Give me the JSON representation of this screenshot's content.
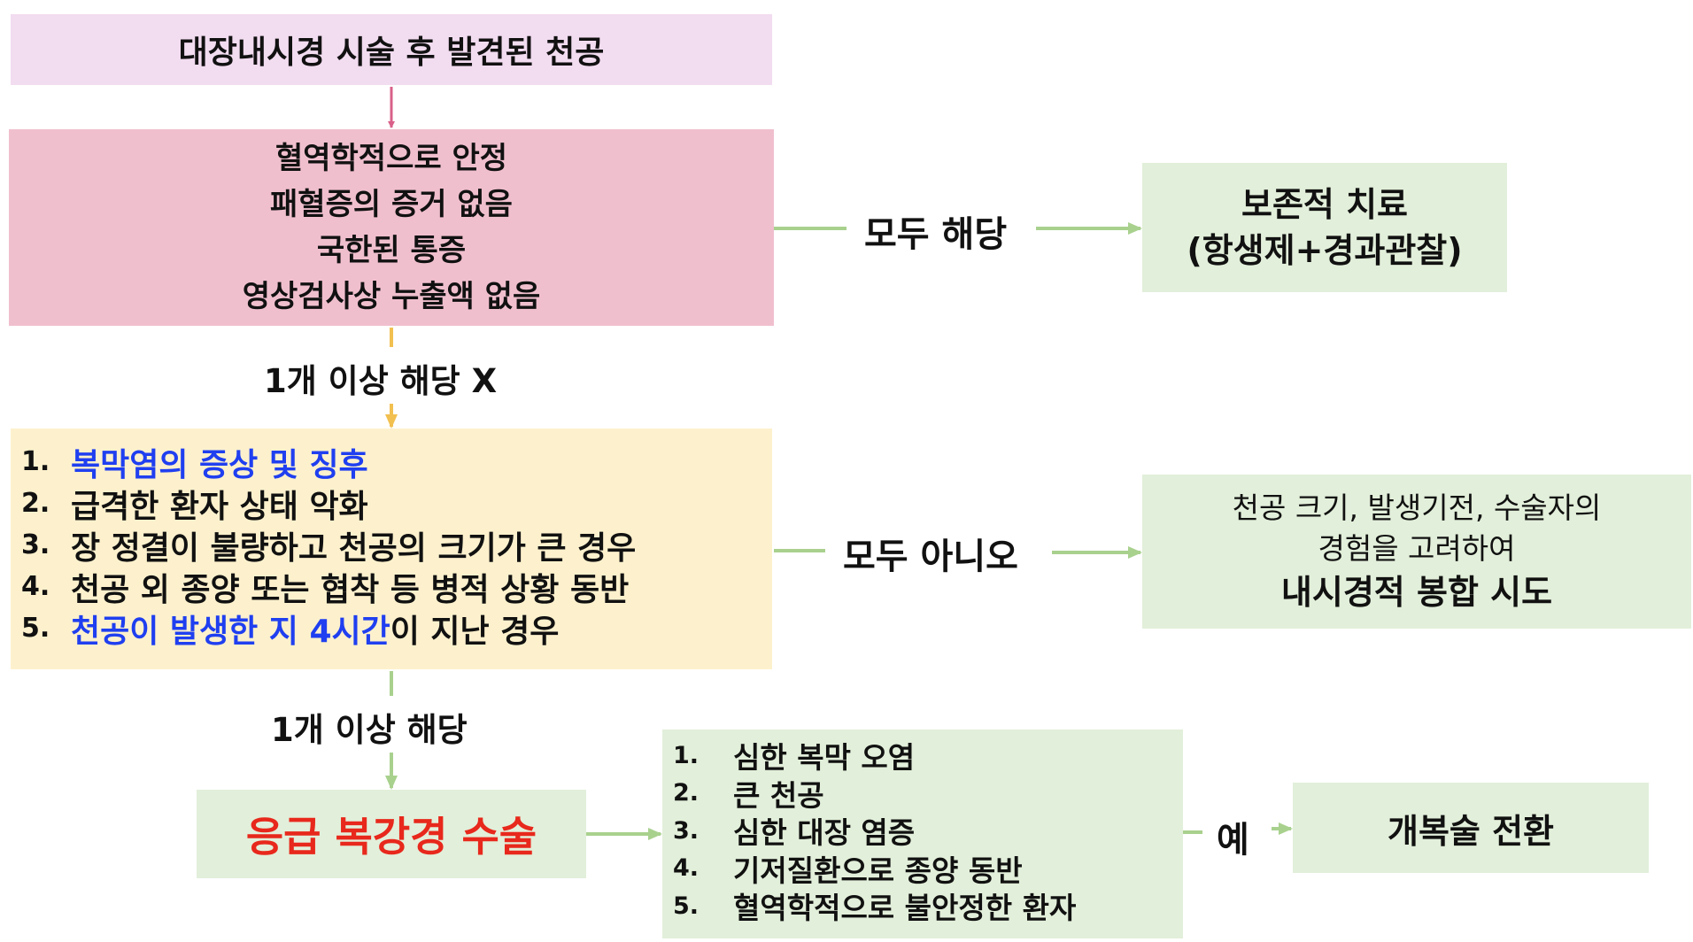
{
  "colors": {
    "start_box": "#f2dcf0",
    "stable_box": "#f0bfce",
    "criteria_box": "#fdf1cd",
    "green_box": "#e2efda",
    "pink_arrow": "#d9608a",
    "yellow_arrow": "#f2c050",
    "green_arrow": "#a9d18e",
    "blue_text": "#1f3ff0",
    "red_text": "#e8281c"
  },
  "start": {
    "text": "대장내시경 시술 후 발견된 천공"
  },
  "stable_criteria": {
    "lines": [
      "혈역학적으로 안정",
      "패혈증의 증거 없음",
      "국한된 통증",
      "영상검사상 누출액 없음"
    ]
  },
  "labels": {
    "all_apply": "모두 해당",
    "one_or_more_not": "1개 이상 해당 X",
    "none": "모두 아니오",
    "one_or_more": "1개 이상 해당",
    "yes": "예"
  },
  "conservative": {
    "line1": "보존적 치료",
    "line2": "(항생제+경과관찰)"
  },
  "criteria": {
    "items": [
      {
        "num": "1.",
        "parts": [
          {
            "text": "복막염의 증상 및 징후",
            "style": "blue"
          }
        ]
      },
      {
        "num": "2.",
        "parts": [
          {
            "text": "급격한 환자 상태 악화",
            "style": "normal"
          }
        ]
      },
      {
        "num": "3.",
        "parts": [
          {
            "text": "장 정결이 불량하고 천공의 크기가 큰 경우",
            "style": "normal"
          }
        ]
      },
      {
        "num": "4.",
        "parts": [
          {
            "text": "천공 외 종양 또는 협착 등 병적 상황 동반",
            "style": "normal"
          }
        ]
      },
      {
        "num": "5.",
        "parts": [
          {
            "text": "천공이 발생한 지 4시간",
            "style": "blue"
          },
          {
            "text": "이 지난 경우",
            "style": "normal"
          }
        ]
      }
    ]
  },
  "endoscopic": {
    "line1": "천공 크기, 발생기전, 수술자의",
    "line2": "경험을 고려하여",
    "line3": "내시경적 봉합 시도"
  },
  "surgery": {
    "text": "응급 복강경 수술"
  },
  "conversion_conditions": {
    "items": [
      {
        "num": "1.",
        "text": "심한 복막 오염"
      },
      {
        "num": "2.",
        "text": "큰 천공"
      },
      {
        "num": "3.",
        "text": "심한 대장 염증"
      },
      {
        "num": "4.",
        "text": "기저질환으로 종양 동반"
      },
      {
        "num": "5.",
        "text": "혈역학적으로 불안정한 환자"
      }
    ]
  },
  "open_surgery": {
    "text": "개복술 전환"
  }
}
